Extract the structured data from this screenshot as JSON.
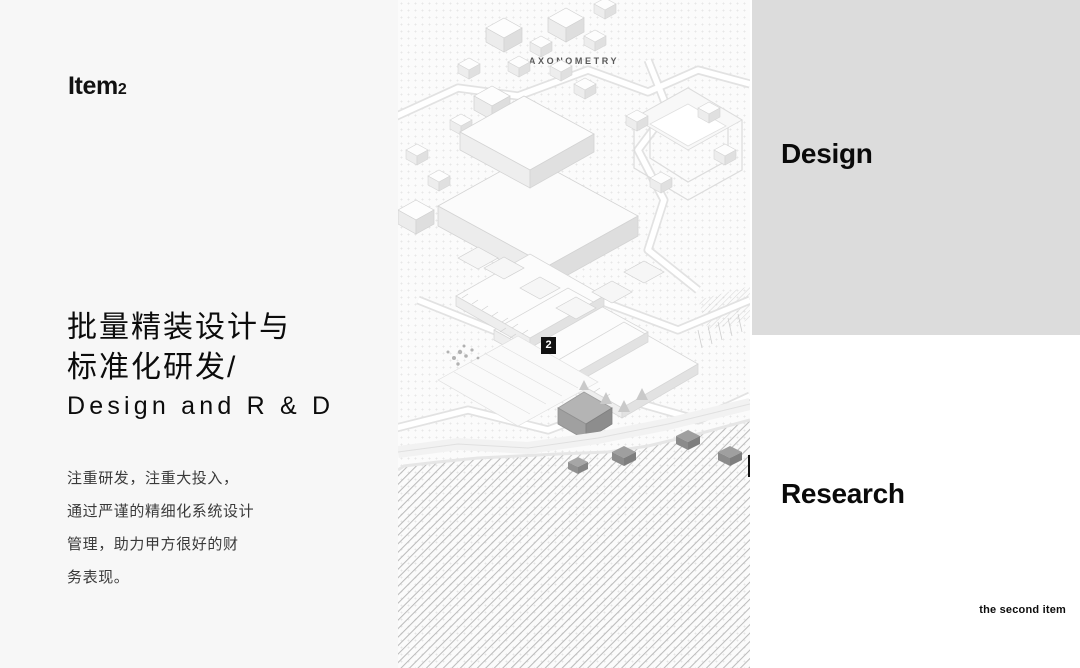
{
  "left": {
    "item_label": "Item",
    "item_number": "2",
    "title_cn": "批量精装设计与\n标准化研发/",
    "title_en": "Design and R & D",
    "body": "注重研发，注重大投入，\n通过严谨的精细化系统设计\n管理，助力甲方很好的财\n务表现。"
  },
  "drawing": {
    "caption": "AXONOMETRY",
    "marker_number": "2"
  },
  "right": {
    "design_label": "Design",
    "research_label": "Research",
    "footer_note": "the second item"
  },
  "colors": {
    "page_background": "#ffffff",
    "left_background": "#f7f7f7",
    "gray_panel": "#dcdcdc",
    "drawing_background": "#fbfbfb",
    "ink": "#0c0c0c",
    "body_text": "#3a3a3a",
    "caption_text": "#595959"
  }
}
